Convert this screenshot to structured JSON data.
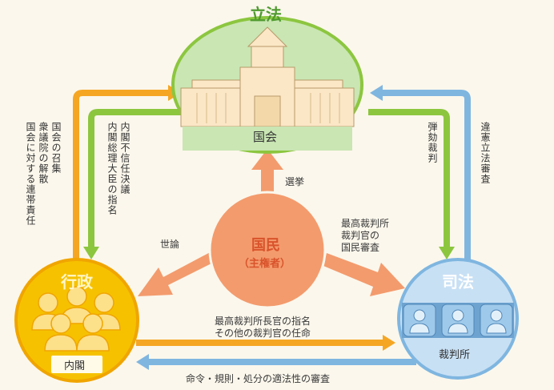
{
  "legislature": {
    "title": "立法",
    "body": "国会"
  },
  "executive": {
    "title": "行政",
    "body": "内閣"
  },
  "judiciary": {
    "title": "司法",
    "body": "裁判所"
  },
  "people": {
    "title": "国民",
    "subtitle": "（主権者）"
  },
  "labels": {
    "election": "選挙",
    "public_opinion": "世論",
    "judge_review_1": "最高裁判所",
    "judge_review_2": "裁判官の",
    "judge_review_3": "国民審査",
    "appoint_1": "最高裁判所長官の指名",
    "appoint_2": "その他の裁判官の任命",
    "legality_review": "命令・規則・処分の適法性の審査",
    "diet_to_cabinet_1": "内閣不信任決議",
    "diet_to_cabinet_2": "内閣総理大臣の指名",
    "cabinet_to_diet_1": "国会の召集",
    "cabinet_to_diet_2": "衆議院の解散",
    "cabinet_to_diet_3": "国会に対する連帯責任",
    "impeachment": "弾劾裁判",
    "constitutional_review": "違憲立法審査"
  },
  "colors": {
    "green": "#8cc63f",
    "orange": "#f5a623",
    "blue": "#7fb6e0",
    "people": "#f39b6d",
    "people_title": "#d9532b",
    "legis_fill": "#c9e6b3",
    "exec_fill": "#f6c200",
    "judi_fill": "#c8e0f4"
  }
}
